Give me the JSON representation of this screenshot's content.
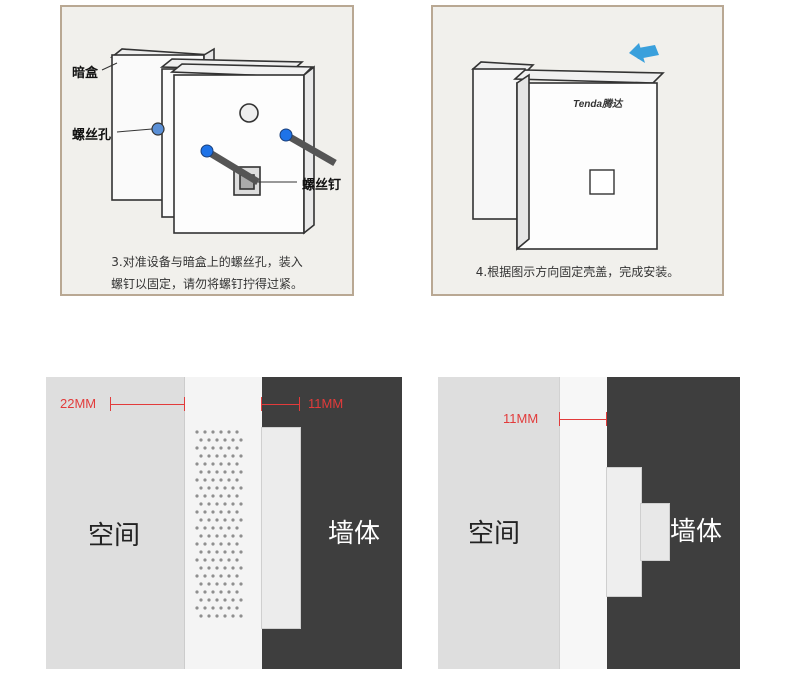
{
  "step3": {
    "label_box": "暗盒",
    "label_hole": "螺丝孔",
    "label_screw": "螺丝钉",
    "caption_line1": "3.对准设备与暗盒上的螺丝孔，装入",
    "caption_line2": "螺钉以固定，请勿将螺钉拧得过紧。"
  },
  "step4": {
    "logo_text": "Tenda腾达",
    "caption": "4.根据图示方向固定壳盖，完成安装。"
  },
  "side_view_left": {
    "dim_space": "22MM",
    "dim_wall": "11MM",
    "space_label": "空间",
    "wall_label": "墙体"
  },
  "side_view_right": {
    "dim_space": "11MM",
    "space_label": "空间",
    "wall_label": "墙体"
  },
  "colors": {
    "panel_border": "#b9a893",
    "dimension_red": "#e23b3b",
    "wall_dark": "#3e3e3e",
    "space_light": "#dedede",
    "arrow_blue": "#3aa0dc",
    "screw_blue": "#1e73e8"
  }
}
